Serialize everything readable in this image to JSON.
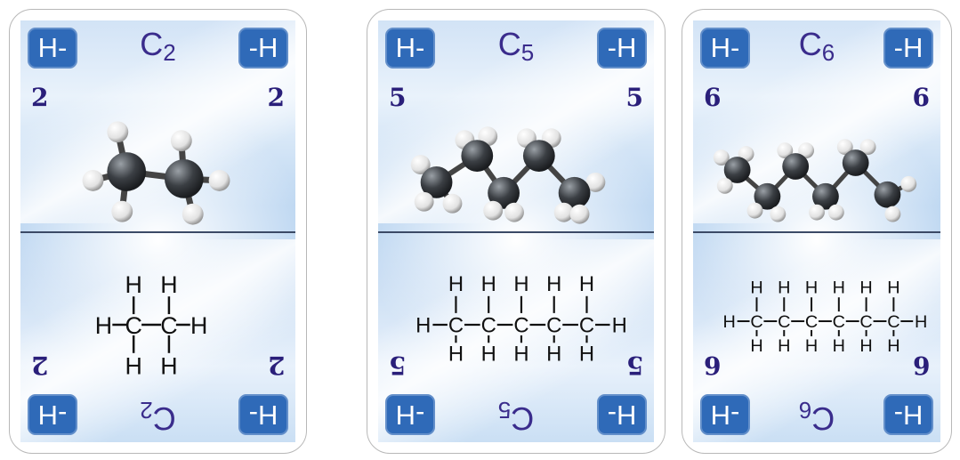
{
  "cards": [
    {
      "id": "c2",
      "n": "2",
      "formula_sub": "2",
      "hbtn": {
        "left": "H-",
        "right": "-H"
      }
    },
    {
      "id": "c5",
      "n": "5",
      "formula_sub": "5",
      "hbtn": {
        "left": "H-",
        "right": "-H"
      }
    },
    {
      "id": "c6",
      "n": "6",
      "formula_sub": "6",
      "hbtn": {
        "left": "H-",
        "right": "-H"
      }
    }
  ],
  "formula_prefix": "C",
  "atoms": {
    "H": "H",
    "C": "C"
  },
  "colors": {
    "button": "#2f6ab8",
    "formula": "#3a2c8c",
    "carbon": "#3b3f44",
    "hydrogen": "#f2f2f2",
    "divider": "#3b4a66"
  }
}
